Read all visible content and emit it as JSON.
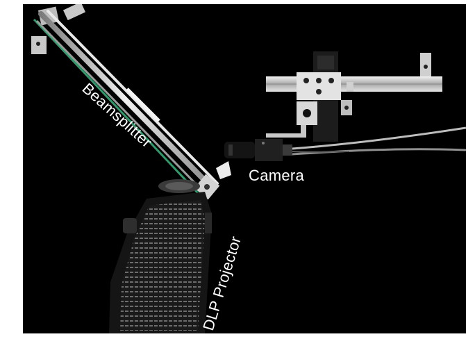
{
  "labels": {
    "beamsplitter": "Beamsplitter",
    "camera": "Camera",
    "projector": "DLP Projector"
  },
  "colors": {
    "background": "#000000",
    "frame": "#ffffff",
    "label": "#ffffff",
    "beamsplitter_glass": "#2f9a6a",
    "aluminum": "#d8d8d8"
  }
}
